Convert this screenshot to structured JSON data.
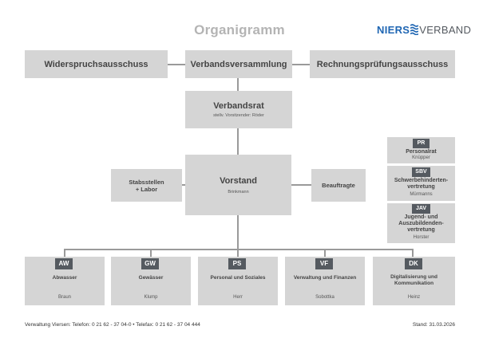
{
  "title": "Organigramm",
  "logo": {
    "left": "NIERS",
    "right": "VERBAND",
    "accent": "#1f66b3"
  },
  "top_row": {
    "widerspruch": "Widerspruchsausschuss",
    "versammlung": "Verbandsversammlung",
    "rechnung": "Rechnungsprüfungsausschuss"
  },
  "verbandsrat": {
    "title": "Verbandsrat",
    "sub": "stellv. Vorsitzender: Röder"
  },
  "vorstand": {
    "title": "Vorstand",
    "sub": "Brinkmann"
  },
  "stabsstellen": {
    "line1": "Stabsstellen",
    "line2": "+ Labor"
  },
  "beauftragte": "Beauftragte",
  "side": {
    "pr": {
      "tag": "PR",
      "title": "Personalrat",
      "name": "Knüpper"
    },
    "sbv": {
      "tag": "SBV",
      "title_l1": "Schwerbehinderten-",
      "title_l2": "vertretung",
      "name": "Mürmanns"
    },
    "jav": {
      "tag": "JAV",
      "title_l1": "Jugend- und",
      "title_l2": "Auszubildenden-",
      "title_l3": "vertretung",
      "name": "Horster"
    }
  },
  "departments": [
    {
      "tag": "AW",
      "title_l1": "Abwasser",
      "title_l2": "",
      "name": "Braun"
    },
    {
      "tag": "GW",
      "title_l1": "Gewässer",
      "title_l2": "",
      "name": "Klump"
    },
    {
      "tag": "PS",
      "title_l1": "Personal und Soziales",
      "title_l2": "",
      "name": "Herr"
    },
    {
      "tag": "VF",
      "title_l1": "Verwaltung und Finanzen",
      "title_l2": "",
      "name": "Sobottka"
    },
    {
      "tag": "DK",
      "title_l1": "Digitalisierung und",
      "title_l2": "Kommunikation",
      "name": "Heinz"
    }
  ],
  "footer": {
    "left": "Verwaltung Viersen: Telefon: 0 21 62 - 37 04-0 • Telefax: 0 21 62 - 37 04 444",
    "right": "Stand: 31.03.2026"
  },
  "colors": {
    "box": "#d5d5d5",
    "tag": "#555a60",
    "line": "#9a9a9a",
    "title": "#b4b4b4"
  }
}
